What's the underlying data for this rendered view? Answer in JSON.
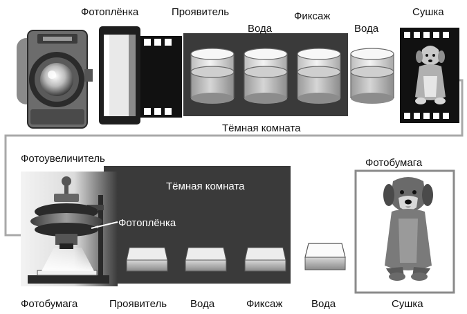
{
  "labels": {
    "film_top": "Фотоплёнка",
    "developer_top": "Проявитель",
    "water_top_1": "Вода",
    "fixer_top": "Фиксаж",
    "water_top_2": "Вода",
    "drying_top": "Сушка",
    "darkroom_top": "Тёмная комната",
    "enlarger": "Фотоувеличитель",
    "darkroom_bottom": "Тёмная комната",
    "film_in_enlarger": "Фотоплёнка",
    "photopaper_right": "Фотобумага",
    "photopaper_bottom": "Фотобумага",
    "developer_bottom": "Проявитель",
    "water_bottom_1": "Вода",
    "fixer_bottom": "Фиксаж",
    "water_bottom_2": "Вода",
    "drying_bottom": "Сушка"
  },
  "colors": {
    "darkroom": "#3a3a3a",
    "connector": "#a8a8a8",
    "text": "#111111"
  },
  "icons": [
    "camera-icon",
    "film-cassette-icon",
    "beaker-icon",
    "film-strip-icon",
    "dog-icon",
    "enlarger-icon",
    "developing-tray-icon"
  ]
}
